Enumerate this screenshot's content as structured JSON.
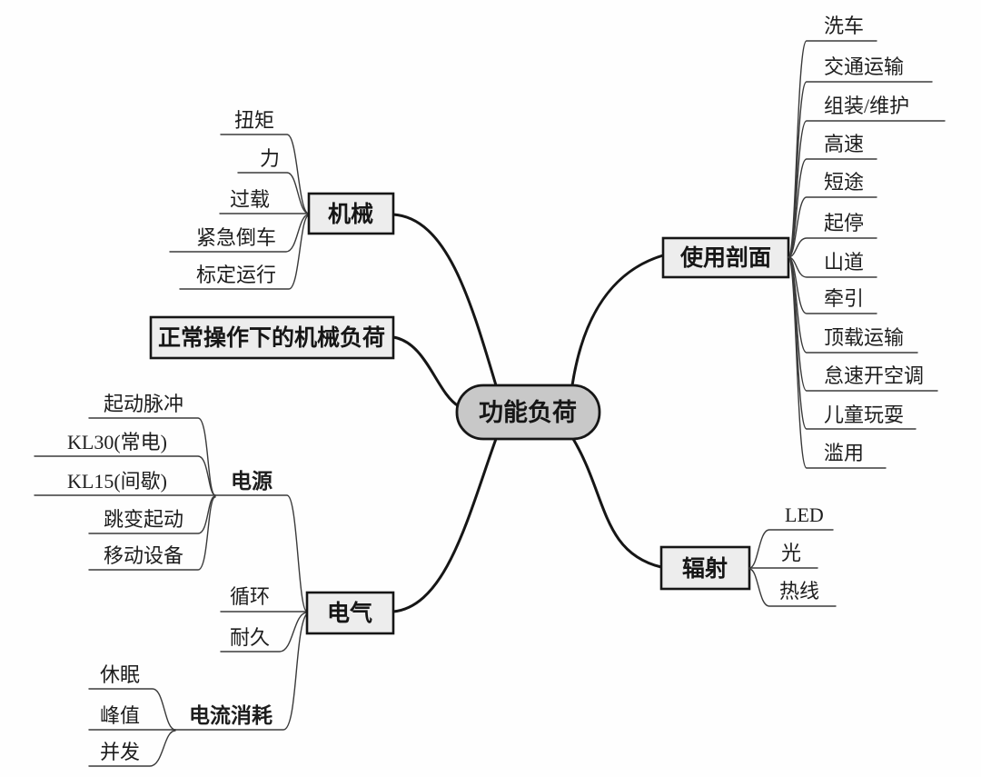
{
  "root": {
    "label": "功能负荷"
  },
  "branches": {
    "mechanical": {
      "label": "机械",
      "leaves": [
        "扭矩",
        "力",
        "过载",
        "紧急倒车",
        "标定运行"
      ]
    },
    "normal_mechanical": {
      "label": "正常操作下的机械负荷"
    },
    "electrical": {
      "label": "电气",
      "leaves": [
        "循环",
        "耐久"
      ],
      "power": {
        "label": "电源",
        "leaves": [
          "起动脉冲",
          "KL30(常电)",
          "KL15(间歇)",
          "跳变起动",
          "移动设备"
        ]
      },
      "current": {
        "label": "电流消耗",
        "leaves": [
          "休眠",
          "峰值",
          "并发"
        ]
      }
    },
    "usage_profile": {
      "label": "使用剖面",
      "leaves": [
        "洗车",
        "交通运输",
        "组装/维护",
        "高速",
        "短途",
        "起停",
        "山道",
        "牵引",
        "顶载运输",
        "怠速开空调",
        "儿童玩耍",
        "滥用"
      ]
    },
    "radiation": {
      "label": "辐射",
      "leaves": [
        "LED",
        "光",
        "热线"
      ]
    }
  },
  "colors": {
    "root_fill": "#c8c8c8",
    "branch_fill": "#ededed",
    "stroke": "#161616",
    "line": "#3a3a3a"
  }
}
